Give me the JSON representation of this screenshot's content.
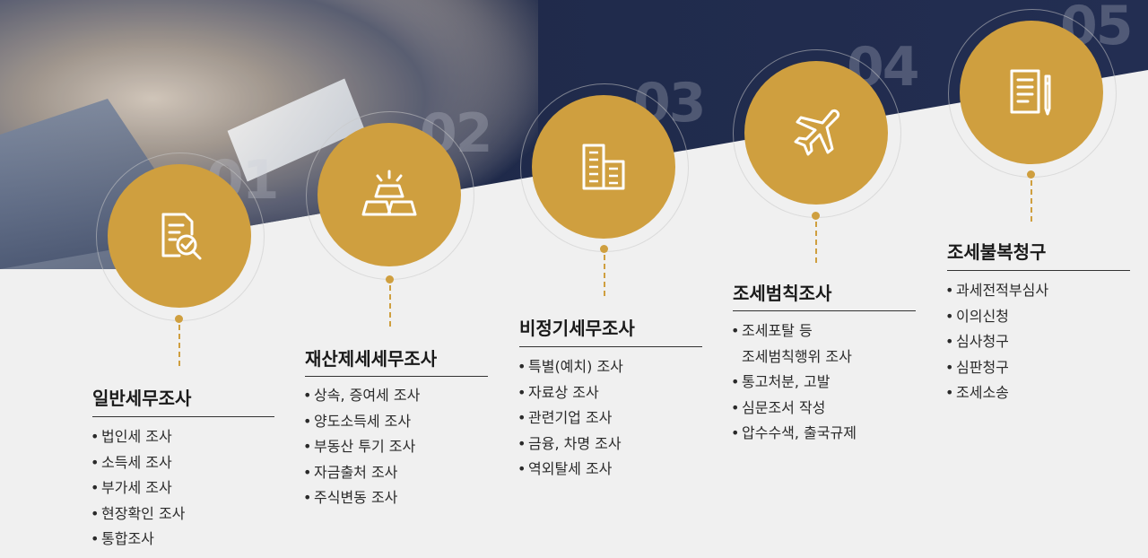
{
  "steps": [
    {
      "number": "01",
      "icon": "document-search-icon",
      "title": "일반세무조사",
      "items": [
        "법인세 조사",
        "소득세 조사",
        "부가세 조사",
        "현장확인 조사",
        "통합조사"
      ]
    },
    {
      "number": "02",
      "icon": "gold-bars-icon",
      "title": "재산제세세무조사",
      "items": [
        "상속, 증여세 조사",
        "양도소득세 조사",
        "부동산 투기 조사",
        "자금출처 조사",
        "주식변동 조사"
      ]
    },
    {
      "number": "03",
      "icon": "building-icon",
      "title": "비정기세무조사",
      "items": [
        "특별(예치) 조사",
        "자료상 조사",
        "관련기업 조사",
        "금융, 차명 조사",
        "역외탈세 조사"
      ]
    },
    {
      "number": "04",
      "icon": "airplane-icon",
      "title": "조세범칙조사",
      "items": [
        "조세포탈 등",
        "조세범칙행위 조사",
        "통고처분, 고발",
        "심문조서 작성",
        "압수수색, 출국규제"
      ]
    },
    {
      "number": "05",
      "icon": "document-pen-icon",
      "title": "조세불복청구",
      "items": [
        "과세전적부심사",
        "이의신청",
        "심사청구",
        "심판청구",
        "조세소송"
      ]
    }
  ],
  "colors": {
    "accent": "#cf9f3f",
    "dark": "#1f2a4a"
  }
}
